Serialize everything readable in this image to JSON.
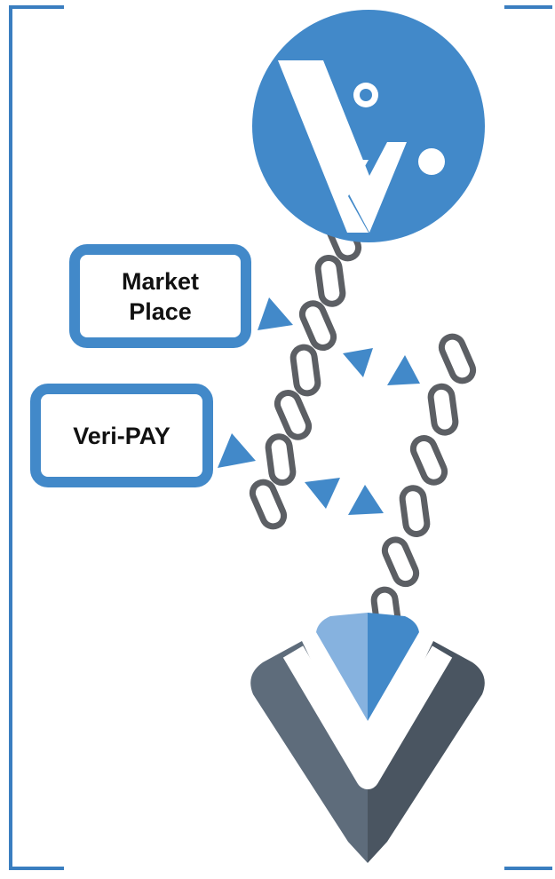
{
  "labels": {
    "market_place": "Market\nPlace",
    "veri_pay": "Veri-PAY"
  },
  "icons": {
    "top_logo": "verge-v-circle-logo",
    "bottom_logo": "verge-v-shield-logo",
    "chain_left": "chain-links",
    "chain_right": "chain-links",
    "arrows": "triangle-arrow"
  },
  "colors": {
    "brand_blue": "#4289c9",
    "light_blue": "#86b2df",
    "chain_gray": "#5c5f64",
    "slate_left": "#5e6c7b",
    "slate_right": "#4a5561",
    "frame_blue": "#3a7ec0"
  }
}
